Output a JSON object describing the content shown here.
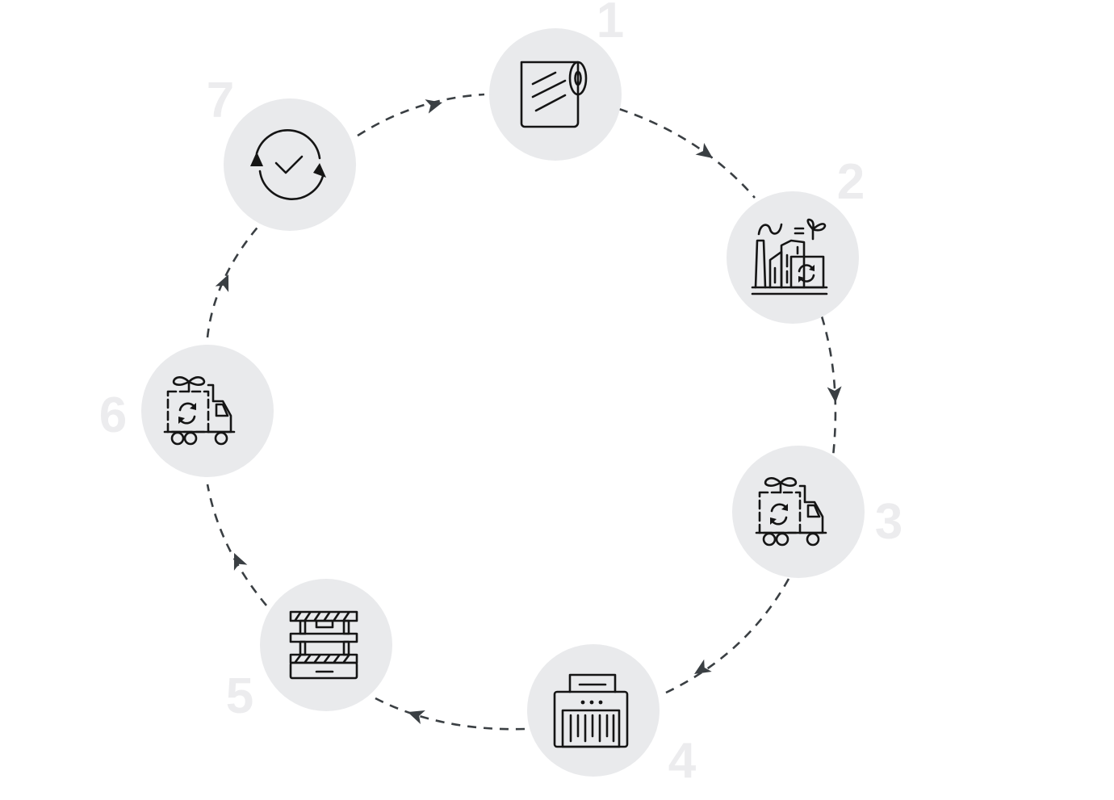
{
  "diagram": {
    "type": "cycle",
    "colors": {
      "node_background": "#e9eaec",
      "connector": "#3a3f43",
      "step_number": "#ececee",
      "icon": "#151515"
    },
    "steps": [
      {
        "number": "1",
        "icon": "film-roll-icon"
      },
      {
        "number": "2",
        "icon": "recycling-factory-icon"
      },
      {
        "number": "3",
        "icon": "recycling-truck-icon"
      },
      {
        "number": "4",
        "icon": "shredder-icon"
      },
      {
        "number": "5",
        "icon": "press-machine-icon"
      },
      {
        "number": "6",
        "icon": "recycling-truck-icon"
      },
      {
        "number": "7",
        "icon": "sync-check-icon"
      }
    ]
  }
}
